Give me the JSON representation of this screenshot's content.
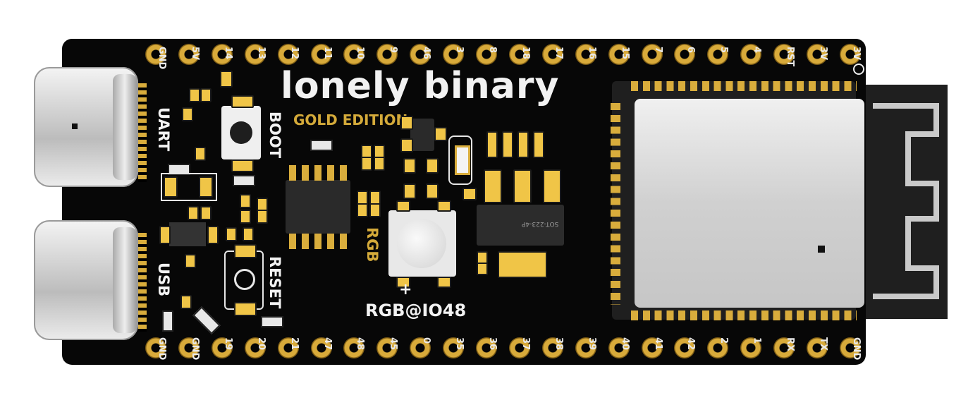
{
  "board": {
    "brand": "lonely binary",
    "edition": "GOLD EDITION",
    "labels": {
      "uart": "UART",
      "usb": "USB",
      "boot": "BOOT",
      "reset": "RESET",
      "rgb": "RGB",
      "plus": "+",
      "rgb_io": "RGB@IO48",
      "regulator": "SOT-223-4P"
    },
    "colors": {
      "pcb": "#070707",
      "gold": "#d9ad3c",
      "silk": "#eeeeee",
      "module": "#cfcfcf"
    },
    "top_pins": [
      "GND",
      "5V",
      "14",
      "13",
      "12",
      "11",
      "10",
      "9",
      "46",
      "3",
      "8",
      "18",
      "17",
      "16",
      "15",
      "7",
      "6",
      "5",
      "4",
      "RST",
      "3V",
      "3V"
    ],
    "bottom_pins": [
      "GND",
      "GND",
      "19",
      "20",
      "21",
      "47",
      "48",
      "45",
      "0",
      "35",
      "36",
      "37",
      "38",
      "39",
      "40",
      "41",
      "42",
      "2",
      "1",
      "RX",
      "TX",
      "GND"
    ]
  }
}
